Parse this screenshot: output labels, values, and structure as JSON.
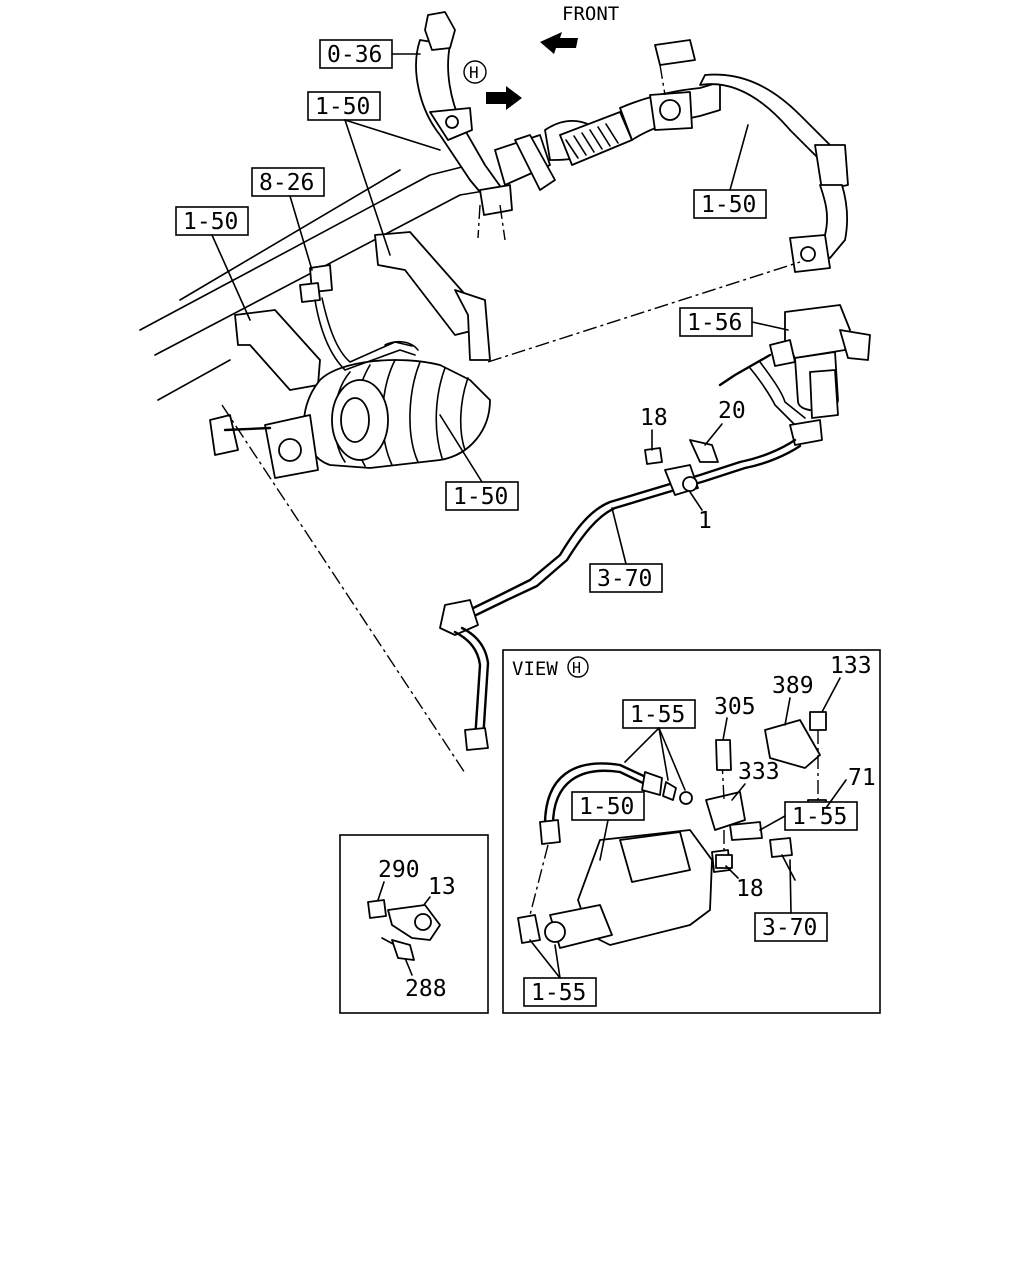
{
  "header": {
    "front_label": "FRONT",
    "view_marker": "H"
  },
  "ref_boxes": {
    "r_0_36": "0-36",
    "r_1_50_top": "1-50",
    "r_8_26": "8-26",
    "r_1_50_left": "1-50",
    "r_1_50_right": "1-50",
    "r_1_56": "1-56",
    "r_1_50_bottom": "1-50",
    "r_3_70": "3-70"
  },
  "callouts": {
    "c_18": "18",
    "c_20": "20",
    "c_1": "1"
  },
  "view_h": {
    "title": "VIEW",
    "marker": "H",
    "ref_boxes": {
      "r_1_55_top": "1-55",
      "r_1_50": "1-50",
      "r_1_55_right": "1-55",
      "r_3_70": "3-70",
      "r_1_55_bottom": "1-55"
    },
    "callouts": {
      "c_305": "305",
      "c_389": "389",
      "c_133": "133",
      "c_333": "333",
      "c_71": "71",
      "c_18": "18"
    }
  },
  "inset_detail": {
    "callouts": {
      "c_290": "290",
      "c_13": "13",
      "c_288": "288"
    }
  }
}
